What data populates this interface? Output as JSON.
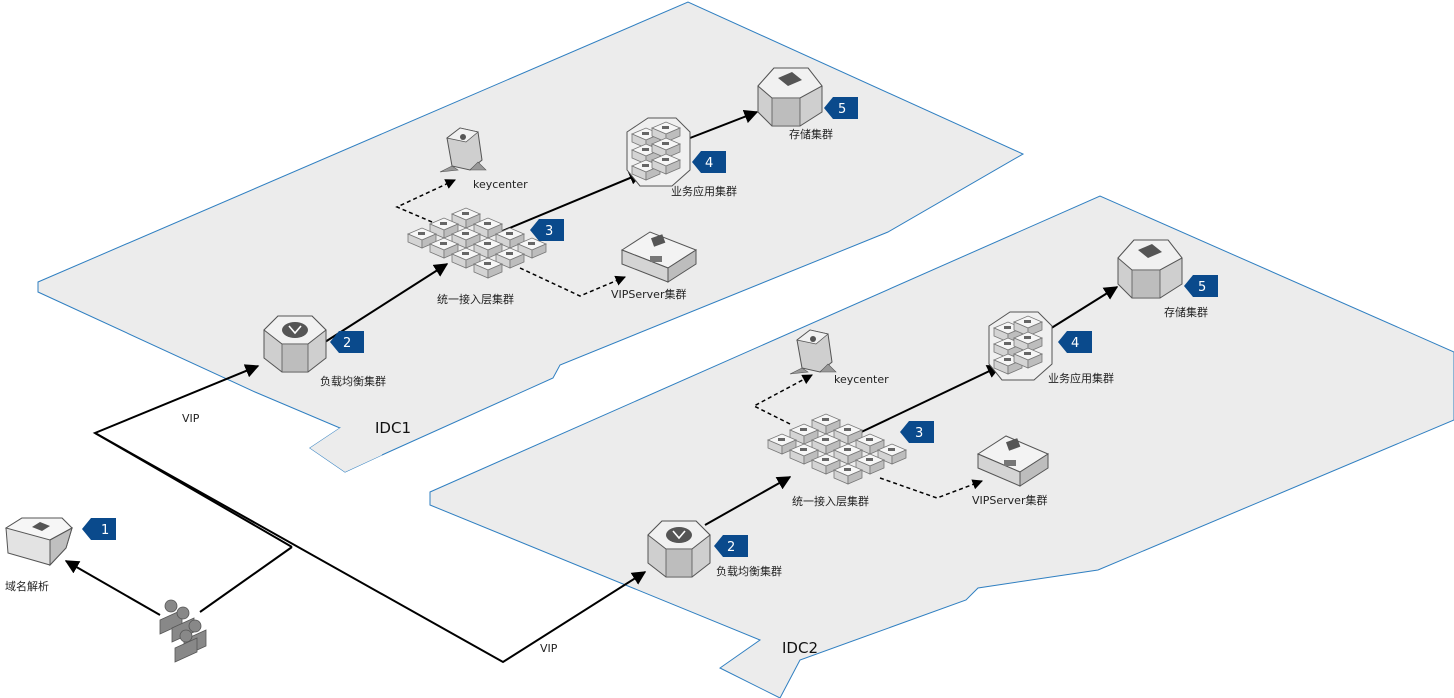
{
  "idc1": {
    "name": "IDC1",
    "vip": "VIP",
    "lb": {
      "label": "负载均衡集群",
      "step": "2"
    },
    "access": {
      "label": "统一接入层集群",
      "step": "3"
    },
    "app": {
      "label": "业务应用集群",
      "step": "4"
    },
    "storage": {
      "label": "存储集群",
      "step": "5"
    },
    "keycenter": {
      "label": "keycenter"
    },
    "vipserver": {
      "label": "VIPServer集群"
    }
  },
  "idc2": {
    "name": "IDC2",
    "vip": "VIP",
    "lb": {
      "label": "负载均衡集群",
      "step": "2"
    },
    "access": {
      "label": "统一接入层集群",
      "step": "3"
    },
    "app": {
      "label": "业务应用集群",
      "step": "4"
    },
    "storage": {
      "label": "存储集群",
      "step": "5"
    },
    "keycenter": {
      "label": "keycenter"
    },
    "vipserver": {
      "label": "VIPServer集群"
    }
  },
  "dns": {
    "label": "域名解析",
    "step": "1"
  },
  "users": {
    "icon": "users-icon"
  },
  "colors": {
    "zone_fill": "#ececec",
    "zone_stroke": "#2f7fc1",
    "badge": "#0a4a8c",
    "line": "#000000"
  }
}
